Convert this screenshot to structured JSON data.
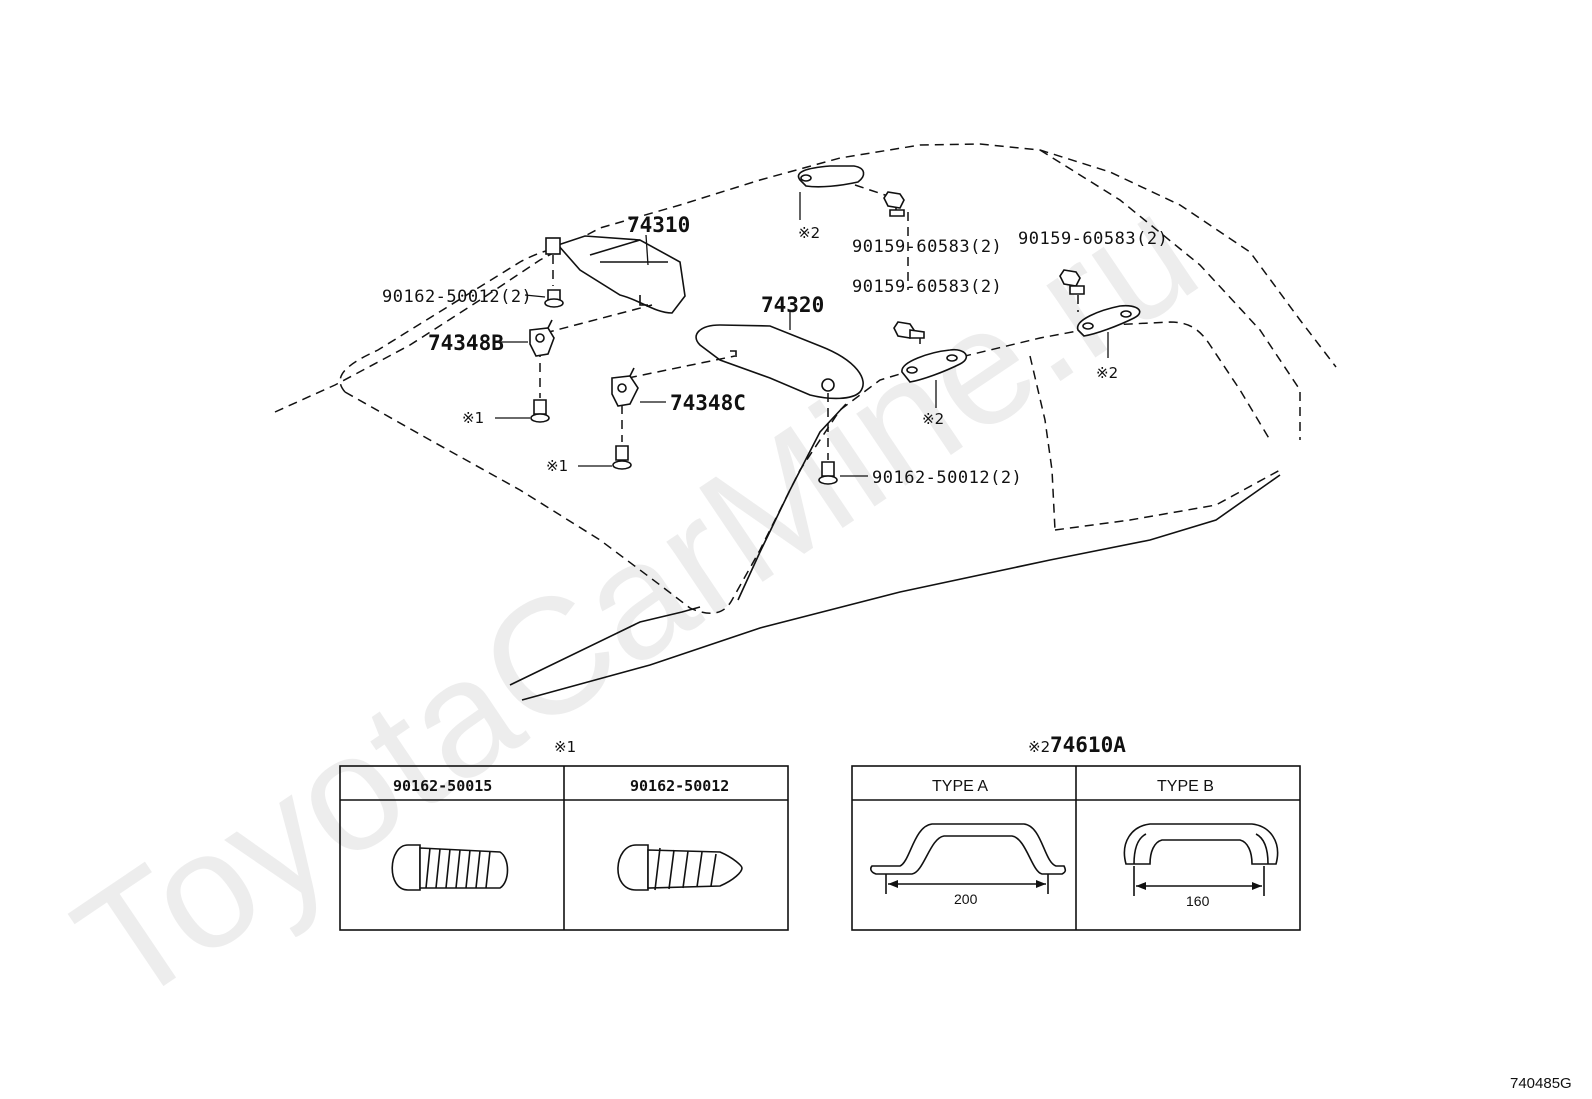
{
  "watermark": "ToyotaCarMine.ru",
  "labels": {
    "visor_left": "74310",
    "visor_right": "74320",
    "holder_b": "74348B",
    "holder_c": "74348C",
    "screw_a": "90162-50012(2)",
    "screw_b": "90162-50012(2)",
    "bolt_a": "90159-60583(2)",
    "bolt_b": "90159-60583(2)",
    "bolt_c": "90159-60583(2)",
    "ref1_a": "※1",
    "ref1_b": "※1",
    "ref2_a": "※2",
    "ref2_b": "※2",
    "ref2_c": "※2"
  },
  "table1": {
    "ref": "※1",
    "col1": "90162-50015",
    "col2": "90162-50012"
  },
  "table2": {
    "ref": "※2",
    "part": "74610A",
    "col1": "TYPE  A",
    "col2": "TYPE  B",
    "dim1": "200",
    "dim2": "160"
  },
  "diagram_code": "740485G"
}
